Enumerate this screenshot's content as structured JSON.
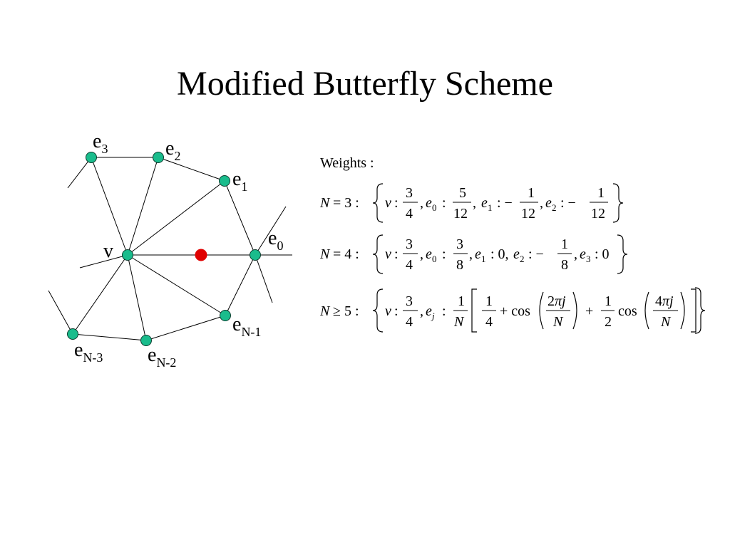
{
  "title": "Modified Butterfly Scheme",
  "diagram": {
    "node_labels": {
      "v": "v",
      "e3": {
        "base": "e",
        "sub": "3"
      },
      "e2": {
        "base": "e",
        "sub": "2"
      },
      "e1": {
        "base": "e",
        "sub": "1"
      },
      "e0": {
        "base": "e",
        "sub": "0"
      },
      "eN1": {
        "base": "e",
        "sub": "N-1"
      },
      "eN2": {
        "base": "e",
        "sub": "N-2"
      },
      "eN3": {
        "base": "e",
        "sub": "N-3"
      }
    },
    "colors": {
      "vertex": "#1abc8c",
      "new_vertex": "#e00000"
    }
  },
  "weights": {
    "heading": "Weights  :",
    "rows": [
      {
        "condition": "N = 3 :",
        "terms": [
          "v : 3/4",
          "e0 : 5/12",
          "e1 : −1/12",
          "e2 : −1/12"
        ]
      },
      {
        "condition": "N = 4 :",
        "terms": [
          "v : 3/4",
          "e0 : 3/8",
          "e1 : 0",
          "e2 : −1/8",
          "e3 : 0"
        ]
      },
      {
        "condition": "N ≥ 5 :",
        "terms": [
          "v : 3/4",
          "ej : 1/N [ 1/4 + cos(2πj/N) + 1/2 cos(4πj/N) ]"
        ]
      }
    ]
  }
}
